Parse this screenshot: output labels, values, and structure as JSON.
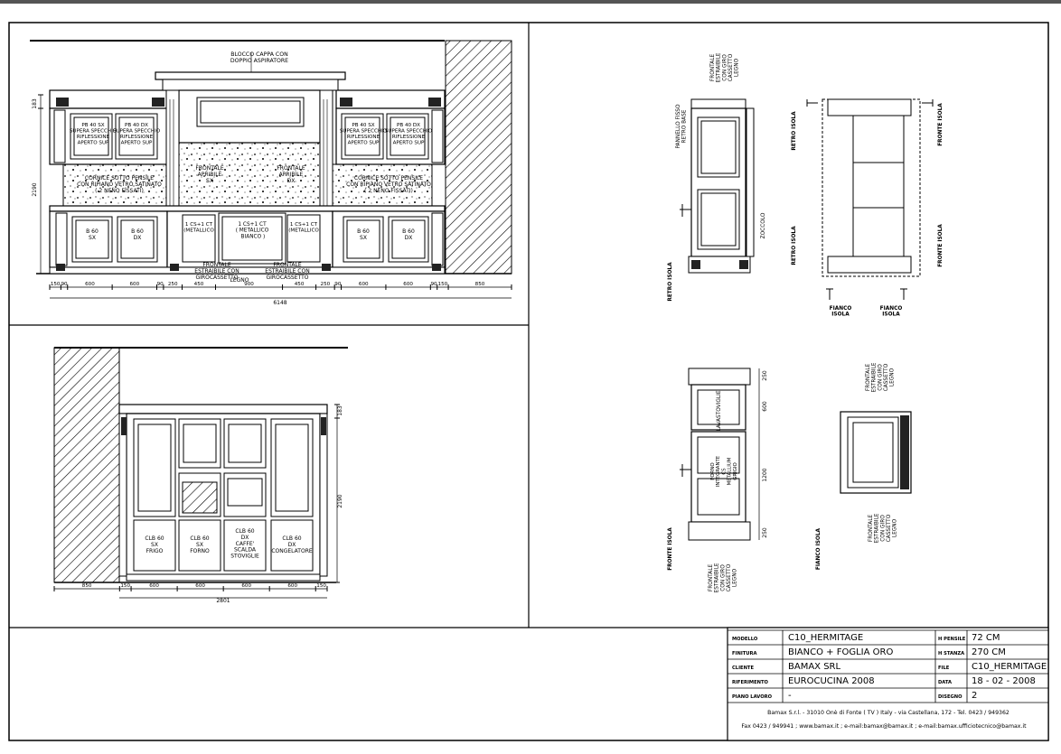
{
  "elevation_top": {
    "hood_block_note": "BLOCCO CAPPA CON\nDOPPIO ASPIRATORE",
    "wall_left_label": "PB 40 SX\nSUPERA SPECCHIO\nRIFLESSIONE\nAPERTO SUP",
    "wall_right_label": "PB 40 DX\nSUPERA SPECCHIO\nRIFLESSIONE\nAPERTO SUP",
    "cornice_note": "CORNICE SOTTO PENSILE\nCON RIPIANO VETRO SATINATO\n( 2 NENO FISSATI)",
    "front_sx": "FRONTALE\nAPRIBILE\nSX",
    "front_dx": "FRONTALE\nAPRIBILE\nDX",
    "b60sx": "B 60\nSX",
    "b60dx": "B 60\nDX",
    "cs1ct": "1 CS+1 CT\n(METALLICO",
    "cs1ct_center": "1 CS+1 CT\n( METALLICO\n BIANCO )",
    "front_note_left": "FRONTALE\nESTRAIBILE CON\nGIROCASSETTO",
    "front_note_right": "FRONTALE\nESTRAIBILE CON\nGIROCASSETTO",
    "legno": "LEGNO",
    "h183": "183",
    "h2190": "2190",
    "dims": [
      "150",
      "90",
      "600",
      "600",
      "90",
      "250",
      "450",
      "900",
      "450",
      "250",
      "90",
      "600",
      "600",
      "90",
      "150",
      "850"
    ],
    "total": "6148"
  },
  "elevation_bottom": {
    "clb1": "CLB 60\nSX\nFRIGO",
    "clb2": "CLB 60\nSX\nFORNO",
    "clb3": "CLB 60\nDX\nCAFFE'\nSCALDA\nSTOVIGLIE",
    "clb4": "CLB 60\nDX\nCONGELATORE",
    "h183": "183",
    "h2190": "2190",
    "dims": [
      "850",
      "150",
      "600",
      "600",
      "600",
      "600",
      "150"
    ],
    "total": "2801"
  },
  "side_views": {
    "front_estraibile": "FRONTALE\nESTRAIBILE\nCON GIRO\nCASSETTO\nLEGNO",
    "pannello": "PANNELLO FISSO\nRETRO BASE",
    "zoccolo": "ZOCCOLO",
    "retro_isola": "RETRO ISOLA",
    "fronte_isola": "FRONTE ISOLA",
    "fianco_isola": "FIANCO\nISOLA",
    "vastoviglie": "LAVASTOVIGLIE",
    "forno_note": "FORNO\nINTEGRANTE\nCS\nMETALLIUM\nGRIGIO",
    "d250": "250",
    "d600": "600",
    "d1200": "1200"
  },
  "title_block": {
    "rows_left": [
      {
        "label": "MODELLO",
        "value": "C10_HERMITAGE"
      },
      {
        "label": "FINITURA",
        "value": "BIANCO + FOGLIA ORO"
      },
      {
        "label": "CLIENTE",
        "value": "BAMAX SRL"
      },
      {
        "label": "RIFERIMENTO",
        "value": "EUROCUCINA 2008"
      },
      {
        "label": "PIANO LAVORO",
        "value": "-"
      }
    ],
    "rows_right": [
      {
        "label": "H PENSILE",
        "value": "72 CM"
      },
      {
        "label": "H STANZA",
        "value": "270 CM"
      },
      {
        "label": "FILE",
        "value": "C10_HERMITAGE"
      },
      {
        "label": "DATA",
        "value": "18 - 02 - 2008"
      },
      {
        "label": "DISEGNO",
        "value": "2"
      }
    ],
    "footer1": "Bamax S.r.l. - 31010 Onè di Fonte ( TV ) Italy - via Castellana, 172 - Tel. 0423 / 949362",
    "footer2": "Fax 0423 / 949941 ; www.bamax.it ; e-mail:bamax@bamax.it ; e-mail:bamax.ufficiotecnico@bamax.it"
  }
}
